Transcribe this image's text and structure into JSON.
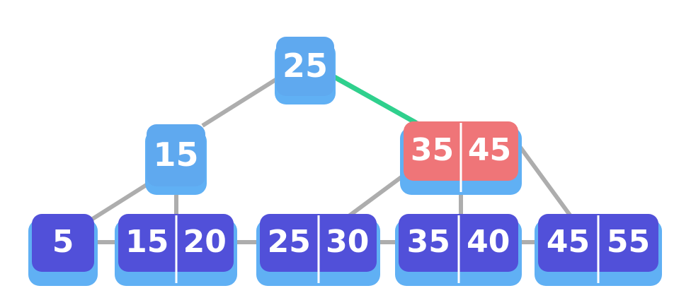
{
  "background": "#ffffff",
  "colors": {
    "internal_node": "#5fa9ef",
    "leaf_node": "#5150d9",
    "node_base": "#60b0f4",
    "highlight_node": "#ef7578",
    "highlight_edge": "#2fd08d",
    "edge": "#adadad",
    "key_text": "#ffffff",
    "divider": "#ffffff"
  },
  "tree": {
    "type": "b-plus-tree",
    "nodes": [
      {
        "id": "root",
        "level": 0,
        "keys": [
          "25"
        ],
        "state": "normal"
      },
      {
        "id": "internal-15",
        "level": 1,
        "keys": [
          "15"
        ],
        "state": "normal"
      },
      {
        "id": "internal-35-45",
        "level": 1,
        "keys": [
          "35",
          "45"
        ],
        "state": "highlighted"
      },
      {
        "id": "leaf-5",
        "level": 2,
        "keys": [
          "5"
        ],
        "state": "normal"
      },
      {
        "id": "leaf-15-20",
        "level": 2,
        "keys": [
          "15",
          "20"
        ],
        "state": "normal"
      },
      {
        "id": "leaf-25-30",
        "level": 2,
        "keys": [
          "25",
          "30"
        ],
        "state": "normal"
      },
      {
        "id": "leaf-35-40",
        "level": 2,
        "keys": [
          "35",
          "40"
        ],
        "state": "normal"
      },
      {
        "id": "leaf-45-55",
        "level": 2,
        "keys": [
          "45",
          "55"
        ],
        "state": "normal"
      }
    ],
    "edges": [
      {
        "from": "root",
        "to": "internal-15",
        "style": "normal"
      },
      {
        "from": "root",
        "to": "internal-35-45",
        "style": "highlighted"
      },
      {
        "from": "internal-15",
        "to": "leaf-5",
        "style": "normal"
      },
      {
        "from": "internal-15",
        "to": "leaf-15-20",
        "style": "normal"
      },
      {
        "from": "internal-35-45",
        "to": "leaf-25-30",
        "style": "normal"
      },
      {
        "from": "internal-35-45",
        "to": "leaf-35-40",
        "style": "normal"
      },
      {
        "from": "internal-35-45",
        "to": "leaf-45-55",
        "style": "normal"
      },
      {
        "from": "leaf-5",
        "to": "leaf-15-20",
        "style": "sibling-link"
      },
      {
        "from": "leaf-15-20",
        "to": "leaf-25-30",
        "style": "sibling-link"
      },
      {
        "from": "leaf-25-30",
        "to": "leaf-35-40",
        "style": "sibling-link"
      },
      {
        "from": "leaf-35-40",
        "to": "leaf-45-55",
        "style": "sibling-link"
      }
    ]
  }
}
